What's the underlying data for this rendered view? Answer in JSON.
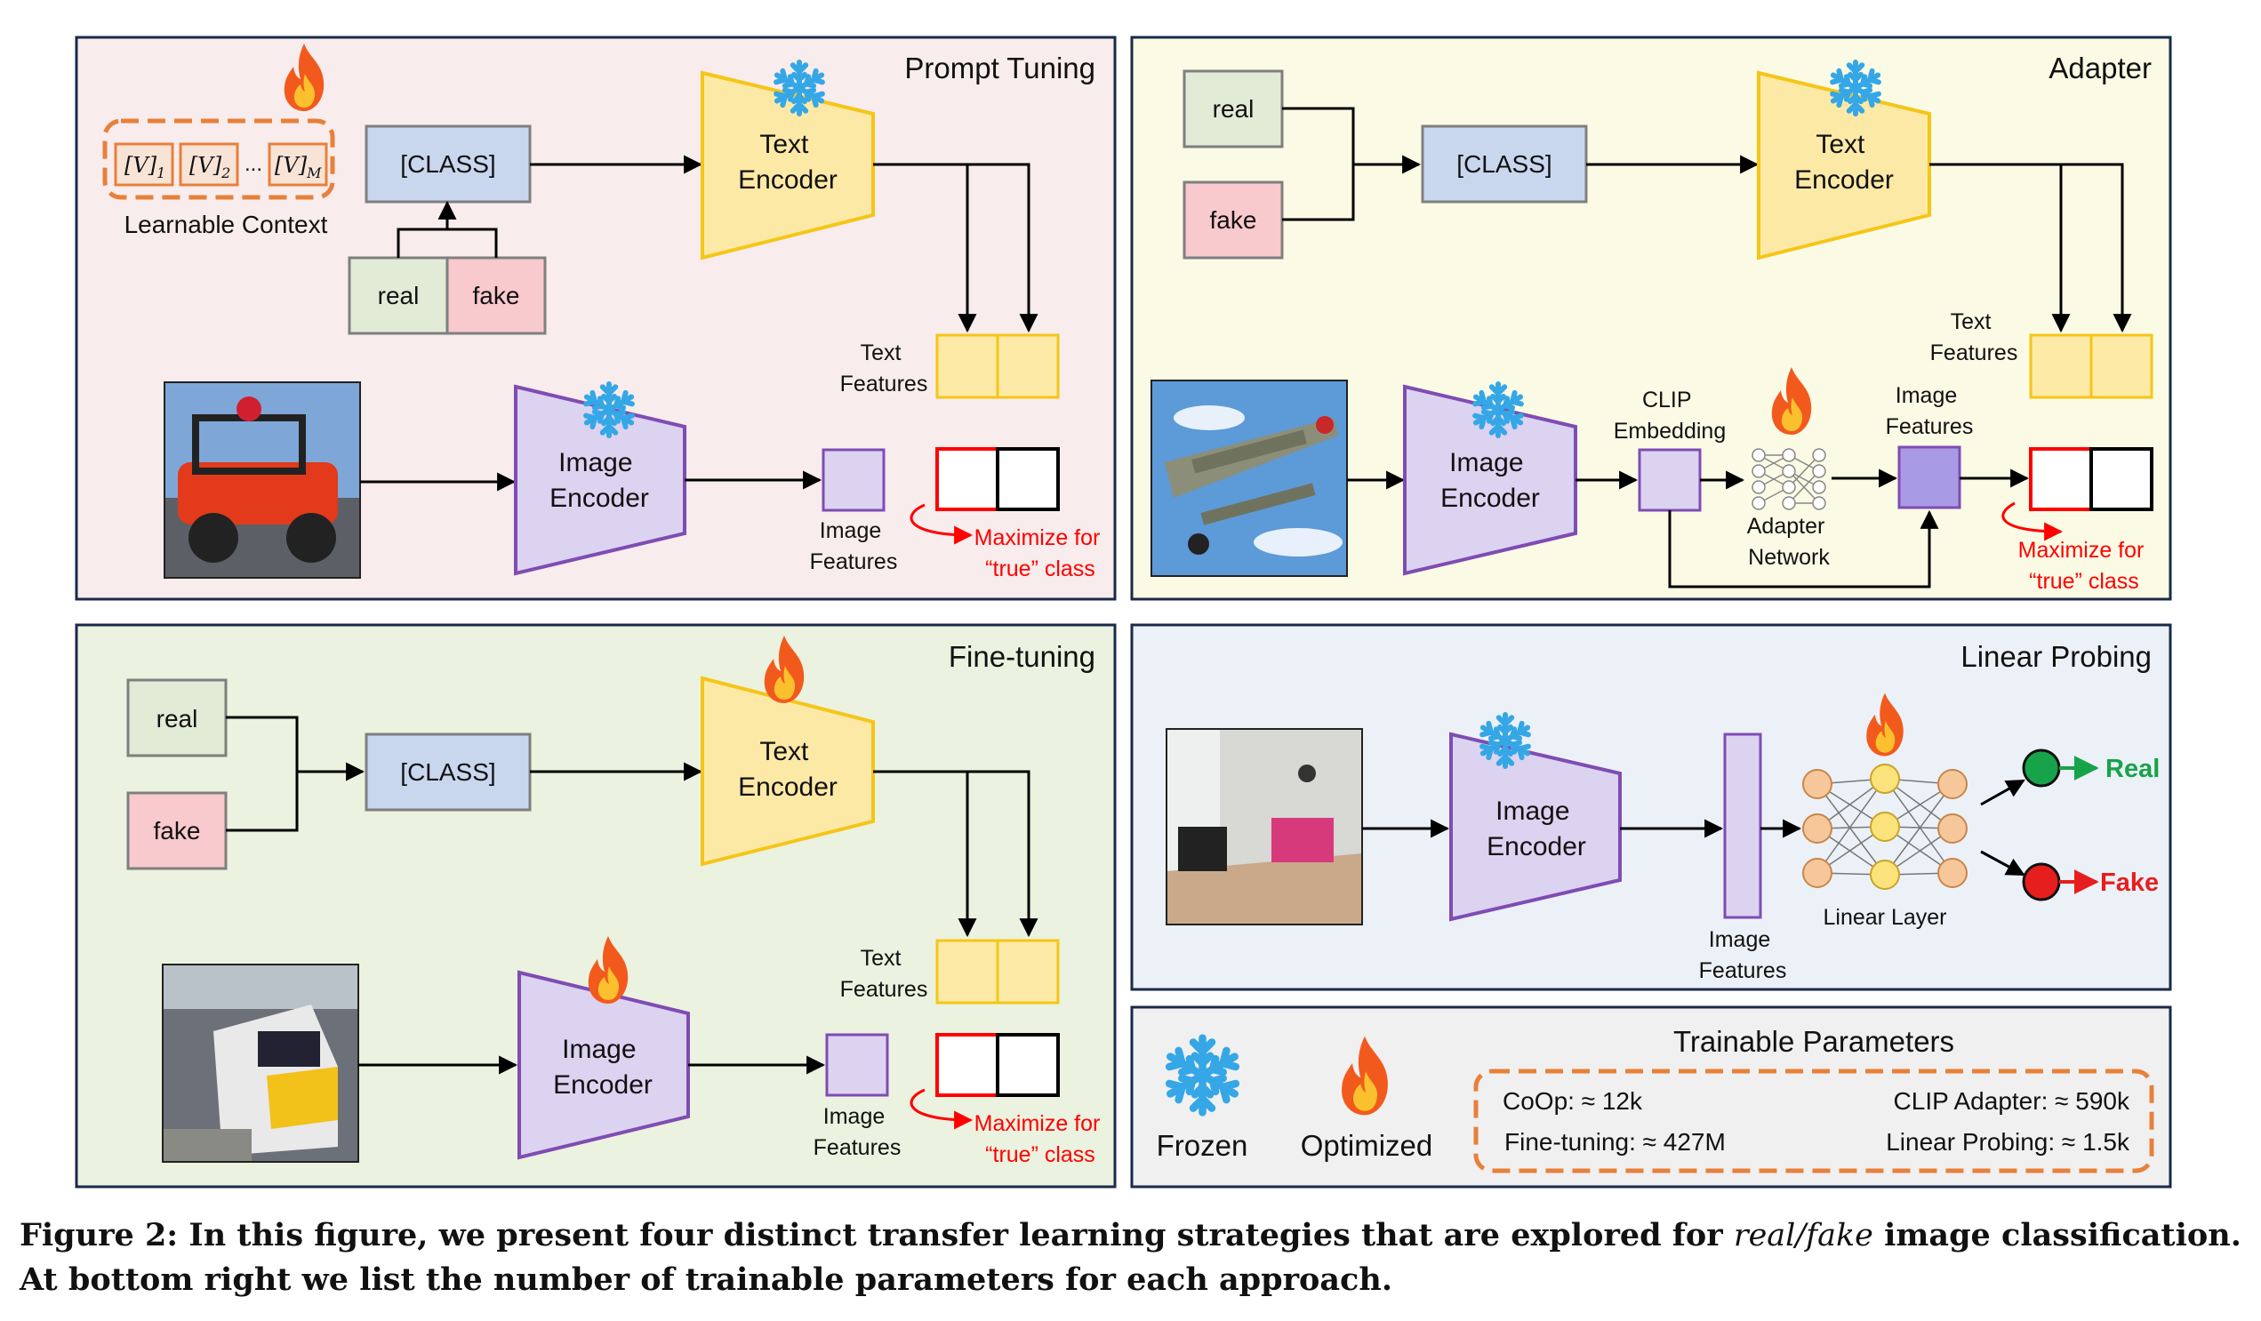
{
  "colors": {
    "prompt_bg": "#f8ecec",
    "adapter_bg": "#fbfbe5",
    "finetune_bg": "#ebf2df",
    "linear_bg": "#ecf1f7",
    "params_bg": "#f0f0f0",
    "panel_border": "#1b2a4a",
    "class_box": "#c9d7ee",
    "real_box": "#e2ebd6",
    "fake_box": "#f8c9cd",
    "text_encoder": "#fde9a6",
    "image_encoder": "#dcd3f1",
    "encoder_border_text": "#f5c518",
    "encoder_border_image": "#7f4cb3",
    "red_highlight": "#ff0000",
    "dashed_orange": "#e8803a",
    "real_node": "#17a34a",
    "fake_node": "#e61e1e"
  },
  "panels": {
    "prompt": {
      "title": "Prompt Tuning",
      "context_tokens": [
        "[V]",
        "[V]",
        "[V]"
      ],
      "context_subs": [
        "1",
        "2",
        "M"
      ],
      "context_ellipsis": "...",
      "context_label": "Learnable Context",
      "class": "[CLASS]",
      "real": "real",
      "fake": "fake",
      "text_encoder": [
        "Text",
        "Encoder"
      ],
      "image_encoder": [
        "Image",
        "Encoder"
      ],
      "text_features": [
        "Text",
        "Features"
      ],
      "image_features": [
        "Image",
        "Features"
      ],
      "maximize": [
        "Maximize for",
        "“true” class"
      ],
      "photo_icon": "car-photo"
    },
    "adapter": {
      "title": "Adapter",
      "real": "real",
      "fake": "fake",
      "class": "[CLASS]",
      "text_encoder": [
        "Text",
        "Encoder"
      ],
      "image_encoder": [
        "Image",
        "Encoder"
      ],
      "text_features": [
        "Text",
        "Features"
      ],
      "clip_embedding": [
        "CLIP",
        "Embedding"
      ],
      "adapter_network": [
        "Adapter",
        "Network"
      ],
      "image_features": [
        "Image",
        "Features"
      ],
      "maximize": [
        "Maximize for",
        "“true” class"
      ],
      "photo_icon": "plane-photo"
    },
    "finetune": {
      "title": "Fine-tuning",
      "real": "real",
      "fake": "fake",
      "class": "[CLASS]",
      "text_encoder": [
        "Text",
        "Encoder"
      ],
      "image_encoder": [
        "Image",
        "Encoder"
      ],
      "text_features": [
        "Text",
        "Features"
      ],
      "image_features": [
        "Image",
        "Features"
      ],
      "maximize": [
        "Maximize for",
        "“true” class"
      ],
      "photo_icon": "train-photo"
    },
    "linear": {
      "title": "Linear Probing",
      "image_encoder": [
        "Image",
        "Encoder"
      ],
      "image_features": [
        "Image",
        "Features"
      ],
      "linear_layer": "Linear Layer",
      "real_out": "Real",
      "fake_out": "Fake",
      "photo_icon": "room-photo"
    },
    "params": {
      "title": "Trainable Parameters",
      "frozen": "Frozen",
      "optimized": "Optimized",
      "coop": "CoOp: ≈ 12k",
      "clip_adapter": "CLIP Adapter: ≈ 590k",
      "finetuning": "Fine-tuning: ≈ 427M",
      "linear_probing": "Linear Probing: ≈ 1.5k"
    }
  },
  "caption": {
    "part1": "Figure 2: In this figure, we present four distinct transfer learning strategies that are explored for ",
    "italic": "real/fake",
    "part2": " image classification. At bottom right we list the number of trainable parameters for each approach."
  }
}
